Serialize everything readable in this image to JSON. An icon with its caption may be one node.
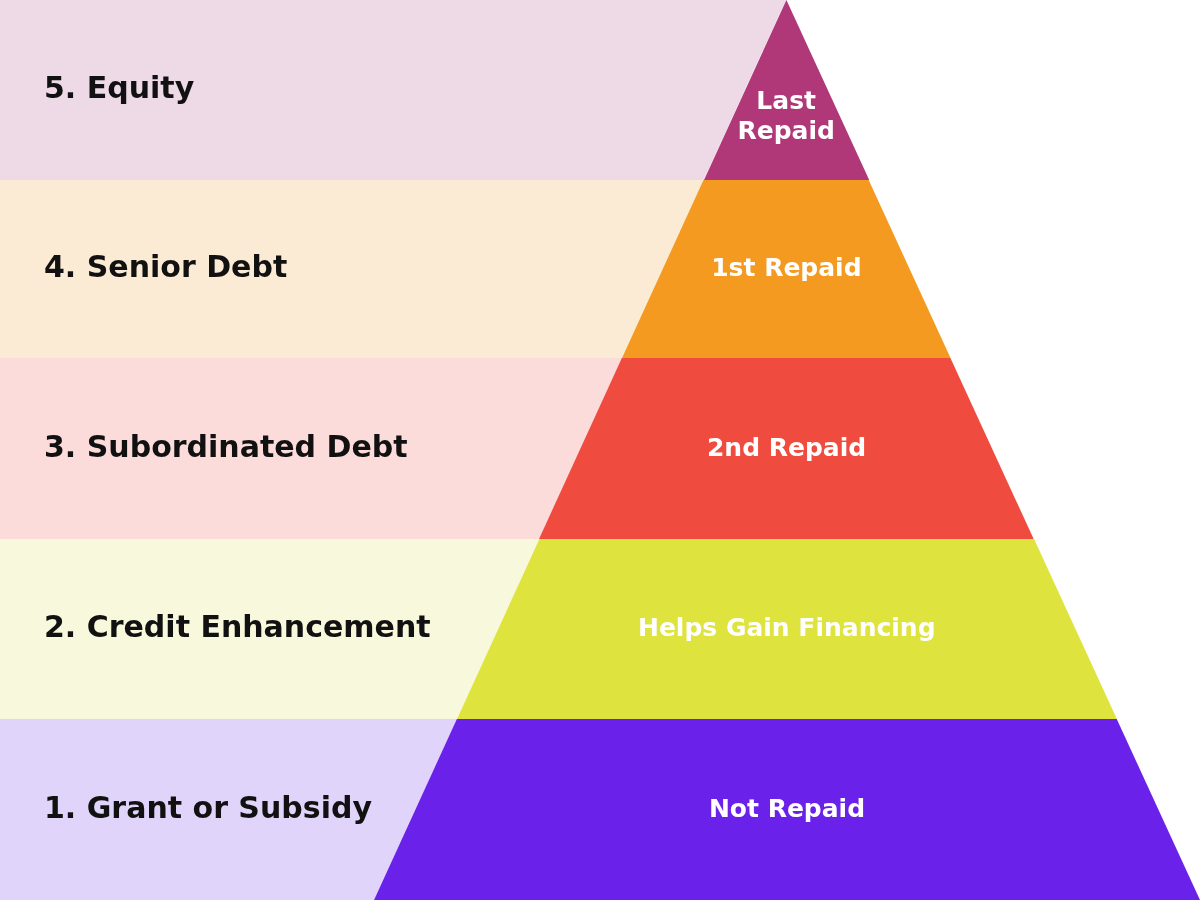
{
  "diagram": {
    "nodes": [
      {
        "text": [
          "5. Equity"
        ]
      },
      {
        "text": [
          "Last Repaid"
        ]
      },
      {
        "text": [
          "4. Senior Debt"
        ]
      },
      {
        "text": [
          "1st Repaid"
        ]
      },
      {
        "text": [
          "3. Subordinated Debt"
        ]
      },
      {
        "text": [
          "2nd Repaid"
        ]
      },
      {
        "text": [
          "2. Credit Enhancement"
        ]
      },
      {
        "text": [
          "Helps Gain Financing"
        ]
      },
      {
        "text": [
          "1. Grant or Subsidy"
        ]
      },
      {
        "text": [
          "Not Repaid"
        ]
      }
    ]
  }
}
